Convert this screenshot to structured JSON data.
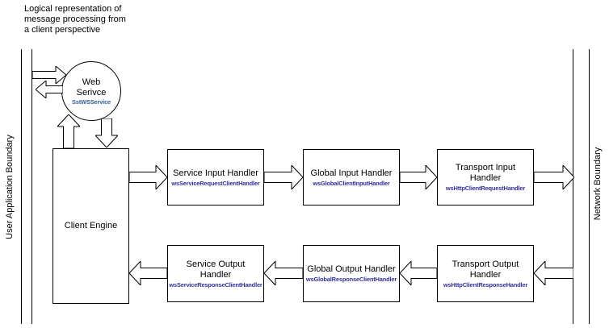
{
  "title": "Logical representation of\nmessage processing from\na client perspective",
  "boundaries": {
    "left": "User Application Boundary",
    "right": "Network Boundary"
  },
  "nodes": {
    "web_service": {
      "title": "Web\nSerivce",
      "class_name": "SstWSService"
    },
    "client_engine": {
      "title": "Client Engine"
    },
    "service_input": {
      "title": "Service Input Handler",
      "class_name": "wsServiceRequestClientHandler"
    },
    "global_input": {
      "title": "Global Input Handler",
      "class_name": "wsGlobalClientInputHandler"
    },
    "transport_input": {
      "title": "Transport Input\nHandler",
      "class_name": "wsHttpClientRequestHandler"
    },
    "service_output": {
      "title": "Service Output\nHandler",
      "class_name": "wsServiceResponseClientHandler"
    },
    "global_output": {
      "title": "Global Output Handler",
      "class_name": "wsGlobalResponseClientHandler"
    },
    "transport_output": {
      "title": "Transport Output\nHandler",
      "class_name": "wsHttpClientResponseHandler"
    }
  },
  "colors": {
    "handler_class_text": "#333399",
    "service_class_text": "#336699",
    "line": "#000000",
    "background": "#ffffff"
  }
}
